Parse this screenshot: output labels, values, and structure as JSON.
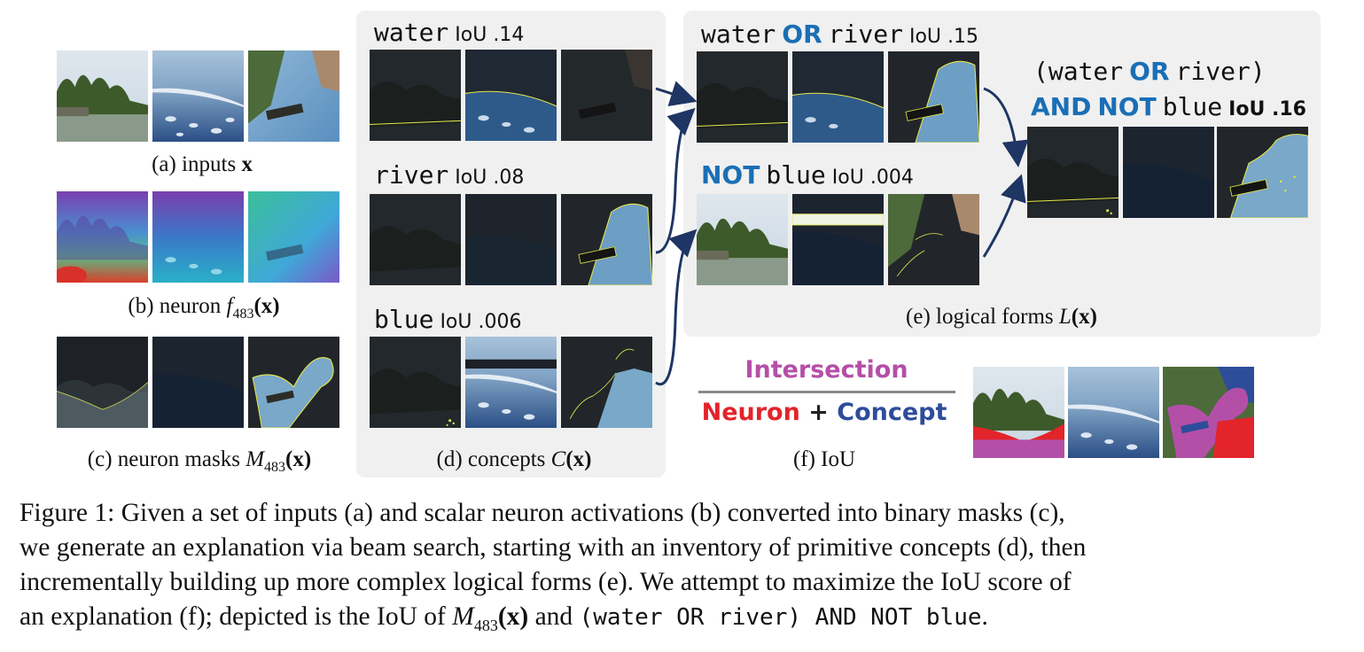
{
  "captions": {
    "a_prefix": "(a) inputs",
    "a_var": "x",
    "b_prefix": "(b) neuron",
    "b_func": "f",
    "b_sub": "483",
    "b_arg": "(x)",
    "c_prefix": "(c) neuron masks",
    "c_func": "M",
    "c_sub": "483",
    "c_arg": "(x)",
    "d_prefix": "(d) concepts",
    "d_func": "C",
    "d_arg": "(x)",
    "e_prefix": "(e) logical forms",
    "e_func": "L",
    "e_arg": "(x)",
    "f_text": "(f) IoU"
  },
  "concepts": {
    "water": {
      "name": "water",
      "iou": "IoU .14"
    },
    "river": {
      "name": "river",
      "iou": "IoU .08"
    },
    "blue": {
      "name": "blue",
      "iou": "IoU .006"
    }
  },
  "logical_forms": {
    "or_left": "water",
    "or_op": "OR",
    "or_right": "river",
    "or_iou": "IoU .15",
    "not_op": "NOT",
    "not_term": "blue",
    "not_iou": "IoU .004",
    "final_l1_open": "(water",
    "final_l1_op": "OR",
    "final_l1_close": "river)",
    "final_l2_and": "AND",
    "final_l2_not": "NOT",
    "final_l2_term": "blue",
    "final_iou": "IoU .16"
  },
  "iou_legend": {
    "numerator": "Intersection",
    "den_neuron": "Neuron",
    "den_plus": "+",
    "den_concept": "Concept"
  },
  "colors": {
    "keyword": "#1a6fb5",
    "intersection": "#b44fa8",
    "neuron": "#e3242b",
    "concept": "#2d4d9a",
    "panel_bg": "#f0f0f0",
    "arrow": "#1f3563",
    "mask_outline": "#e5e84a"
  },
  "figure_caption": {
    "line1": "Figure 1: Given a set of inputs (a) and scalar neuron activations (b) converted into binary masks (c),",
    "line2": "we generate an explanation via beam search, starting with an inventory of primitive concepts (d), then",
    "line3": "incrementally building up more complex logical forms (e). We attempt to maximize the IoU score of",
    "line4_pre": "an explanation (f); depicted is the IoU of",
    "line4_M": "M",
    "line4_sub": "483",
    "line4_arg": "(x)",
    "line4_and": "and",
    "line4_code": "(water OR river) AND NOT blue",
    "line4_end": "."
  }
}
